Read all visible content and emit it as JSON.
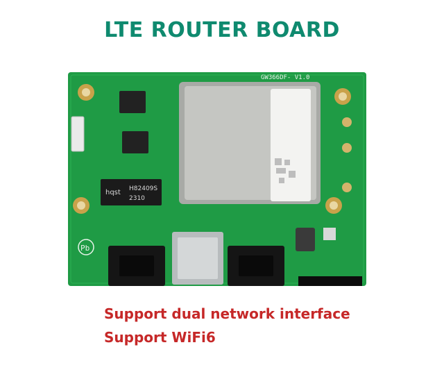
{
  "title": "LTE ROUTER BOARD",
  "features": [
    "Support dual network interface",
    "Support WiFi6"
  ],
  "silkscreen": {
    "board_label": "GW366DF- V1.0",
    "transformer_brand": "hqst",
    "transformer_part": "H82409S",
    "transformer_code": "2310",
    "pb_mark": "Pb"
  },
  "colors": {
    "pcb": "#1f9b45",
    "title": "#0f8a6f",
    "feature_text": "#c62828",
    "pad_gold": "#c9a24a"
  }
}
